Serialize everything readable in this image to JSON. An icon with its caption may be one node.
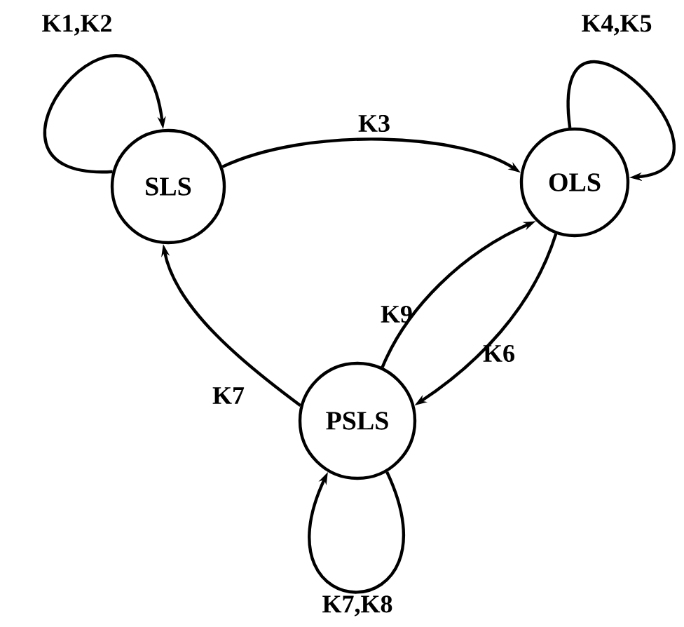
{
  "diagram": {
    "nodes": [
      {
        "text": [
          "SLS"
        ]
      },
      {
        "text": [
          "OLS"
        ]
      },
      {
        "text": [
          "PSLS"
        ]
      }
    ],
    "edges": [
      {
        "from": 0,
        "to": 0,
        "arrow": "to",
        "label": "K1,K2"
      },
      {
        "from": 0,
        "to": 1,
        "arrow": "to",
        "label": "K3"
      },
      {
        "from": 1,
        "to": 1,
        "arrow": "to",
        "label": "K4,K5"
      },
      {
        "from": 2,
        "to": 1,
        "arrow": "to",
        "label": "K9"
      },
      {
        "from": 1,
        "to": 2,
        "arrow": "to",
        "label": "K6"
      },
      {
        "from": 2,
        "to": 0,
        "arrow": "to",
        "label": "K7"
      },
      {
        "from": 2,
        "to": 2,
        "arrow": "to",
        "label": "K7,K8"
      }
    ]
  }
}
